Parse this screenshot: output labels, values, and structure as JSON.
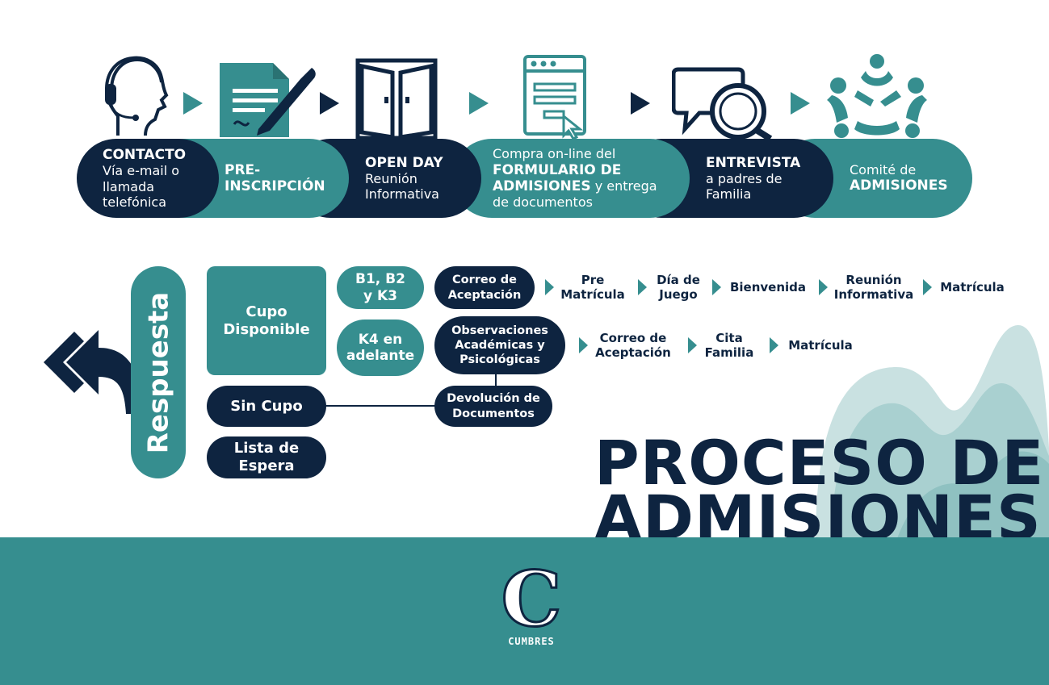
{
  "colors": {
    "navy": "#0e2440",
    "teal": "#368e8f",
    "light_teal": "#a9d0d0"
  },
  "icons": [
    "headset-icon",
    "form-pen-icon",
    "door-icon",
    "web-form-icon",
    "chat-search-icon",
    "team-circle-icon",
    "back-arrow-icon",
    "cumbres-logo"
  ],
  "steps": {
    "contacto": {
      "title": "CONTACTO",
      "line1": "Vía e-mail o",
      "line2": "llamada",
      "line3": "telefónica"
    },
    "preinscripcion": {
      "line1": "PRE-",
      "line2": "INSCRIPCIÓN"
    },
    "openday": {
      "title": "OPEN DAY",
      "line1": "Reunión",
      "line2": "Informativa"
    },
    "compra": {
      "line1": "Compra on-line del",
      "bold1": "FORMULARIO DE",
      "bold2": "ADMISIONES",
      "rest2": " y entrega",
      "line4": "de documentos"
    },
    "entrevista": {
      "title": "ENTREVISTA",
      "line1": "a padres de",
      "line2": "Familia"
    },
    "comite": {
      "line1": "Comité de",
      "bold": "ADMISIONES"
    }
  },
  "respuesta": {
    "label": "Respuesta",
    "cupo_disponible": {
      "line1": "Cupo",
      "line2": "Disponible"
    },
    "sin_cupo": "Sin Cupo",
    "lista_espera": {
      "line1": "Lista de",
      "line2": "Espera"
    },
    "group1": {
      "line1": "B1, B2",
      "line2": "y K3"
    },
    "group2": {
      "line1": "K4 en",
      "line2": "adelante"
    },
    "correo_aceptacion": {
      "line1": "Correo de",
      "line2": "Aceptación"
    },
    "observaciones": {
      "line1": "Observaciones",
      "line2": "Académicas y",
      "line3": "Psicológicas"
    },
    "devolucion": {
      "line1": "Devolución de",
      "line2": "Documentos"
    },
    "path1": [
      {
        "line1": "Pre",
        "line2": "Matrícula"
      },
      {
        "line1": "Día de",
        "line2": "Juego"
      },
      {
        "line1": "Bienvenida",
        "line2": ""
      },
      {
        "line1": "Reunión",
        "line2": "Informativa"
      },
      {
        "line1": "Matrícula",
        "line2": ""
      }
    ],
    "path2": [
      {
        "line1": "Correo de",
        "line2": "Aceptación"
      },
      {
        "line1": "Cita",
        "line2": "Familia"
      },
      {
        "line1": "Matrícula",
        "line2": ""
      }
    ]
  },
  "title": {
    "line1": "PROCESO DE",
    "line2": "ADMISIONES"
  },
  "logo": {
    "letter": "C",
    "name": "CUMBRES"
  }
}
